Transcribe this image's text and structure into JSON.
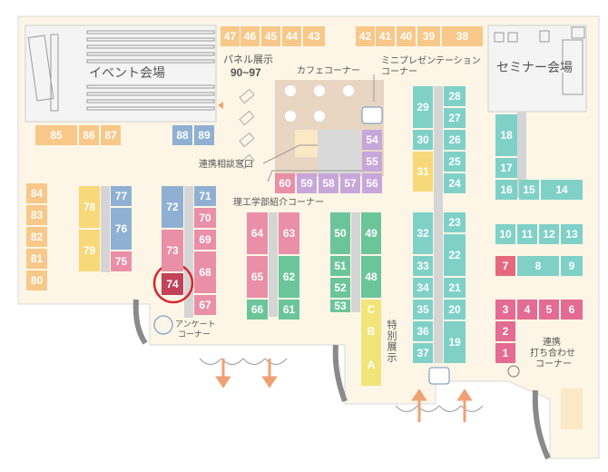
{
  "rooms": {
    "event_hall": "イベント会場",
    "seminar_hall": "セミナー会場"
  },
  "labels": {
    "panel_title": "パネル展示",
    "panel_range": "90~97",
    "cafe": "カフェコーナー",
    "mini_pres_1": "ミニプレゼンテーション",
    "mini_pres_2": "コーナー",
    "consult": "連携相談窓口",
    "science": "理工学部紹介コーナー",
    "enquete_1": "アンケート",
    "enquete_2": "コーナー",
    "special": "特別展示",
    "meeting_1": "連携",
    "meeting_2": "打ち合わせ",
    "meeting_3": "コーナー"
  },
  "icons": {
    "mini_pres": "presentation-icon",
    "enquete": "enquete-icon",
    "special_pres": "presentation-icon",
    "info": "info-icon",
    "cafe_table": "cafe-table-icon"
  },
  "highlight": "74",
  "colors": {
    "orange": "#f7c889",
    "yellow": "#f7d97a",
    "blue": "#8fb0d2",
    "pink": "#e98fa8",
    "green": "#6cc59a",
    "purple": "#c7a7d9",
    "teal": "#7fd1c8",
    "red": "#e5697d",
    "highlight_ring": "#d7262d",
    "arrow": "#f0a174"
  },
  "booths": {
    "b47": "47",
    "b46": "46",
    "b45": "45",
    "b44": "44",
    "b43": "43",
    "b42": "42",
    "b41": "41",
    "b40": "40",
    "b39": "39",
    "b38": "38",
    "b85": "85",
    "b86": "86",
    "b87": "87",
    "b88": "88",
    "b89": "89",
    "b84": "84",
    "b83": "83",
    "b82": "82",
    "b81": "81",
    "b80": "80",
    "b78": "78",
    "b79": "79",
    "b77": "77",
    "b76": "76",
    "b75": "75",
    "b72": "72",
    "b73": "73",
    "b74": "74",
    "b71": "71",
    "b70": "70",
    "b69": "69",
    "b68": "68",
    "b67": "67",
    "b64": "64",
    "b65": "65",
    "b66": "66",
    "b63": "63",
    "b62": "62",
    "b61": "61",
    "b60": "60",
    "b59": "59",
    "b58": "58",
    "b57": "57",
    "b56": "56",
    "b55": "55",
    "b54": "54",
    "b50": "50",
    "b51": "51",
    "b52": "52",
    "b53": "53",
    "b49": "49",
    "b48": "48",
    "bA": "A",
    "bB": "B",
    "bC": "C",
    "b29": "29",
    "b30": "30",
    "b31": "31",
    "b32": "32",
    "b33": "33",
    "b34": "34",
    "b35": "35",
    "b36": "36",
    "b37": "37",
    "b28": "28",
    "b27": "27",
    "b26": "26",
    "b25": "25",
    "b24": "24",
    "b23": "23",
    "b22": "22",
    "b21": "21",
    "b20": "20",
    "b19": "19",
    "b18": "18",
    "b17": "17",
    "b16": "16",
    "b15": "15",
    "b14": "14",
    "b10": "10",
    "b11": "11",
    "b12": "12",
    "b13": "13",
    "b7": "7",
    "b8": "8",
    "b9": "9",
    "b3": "3",
    "b4": "4",
    "b5": "5",
    "b6": "6",
    "b2": "2",
    "b1": "1"
  }
}
